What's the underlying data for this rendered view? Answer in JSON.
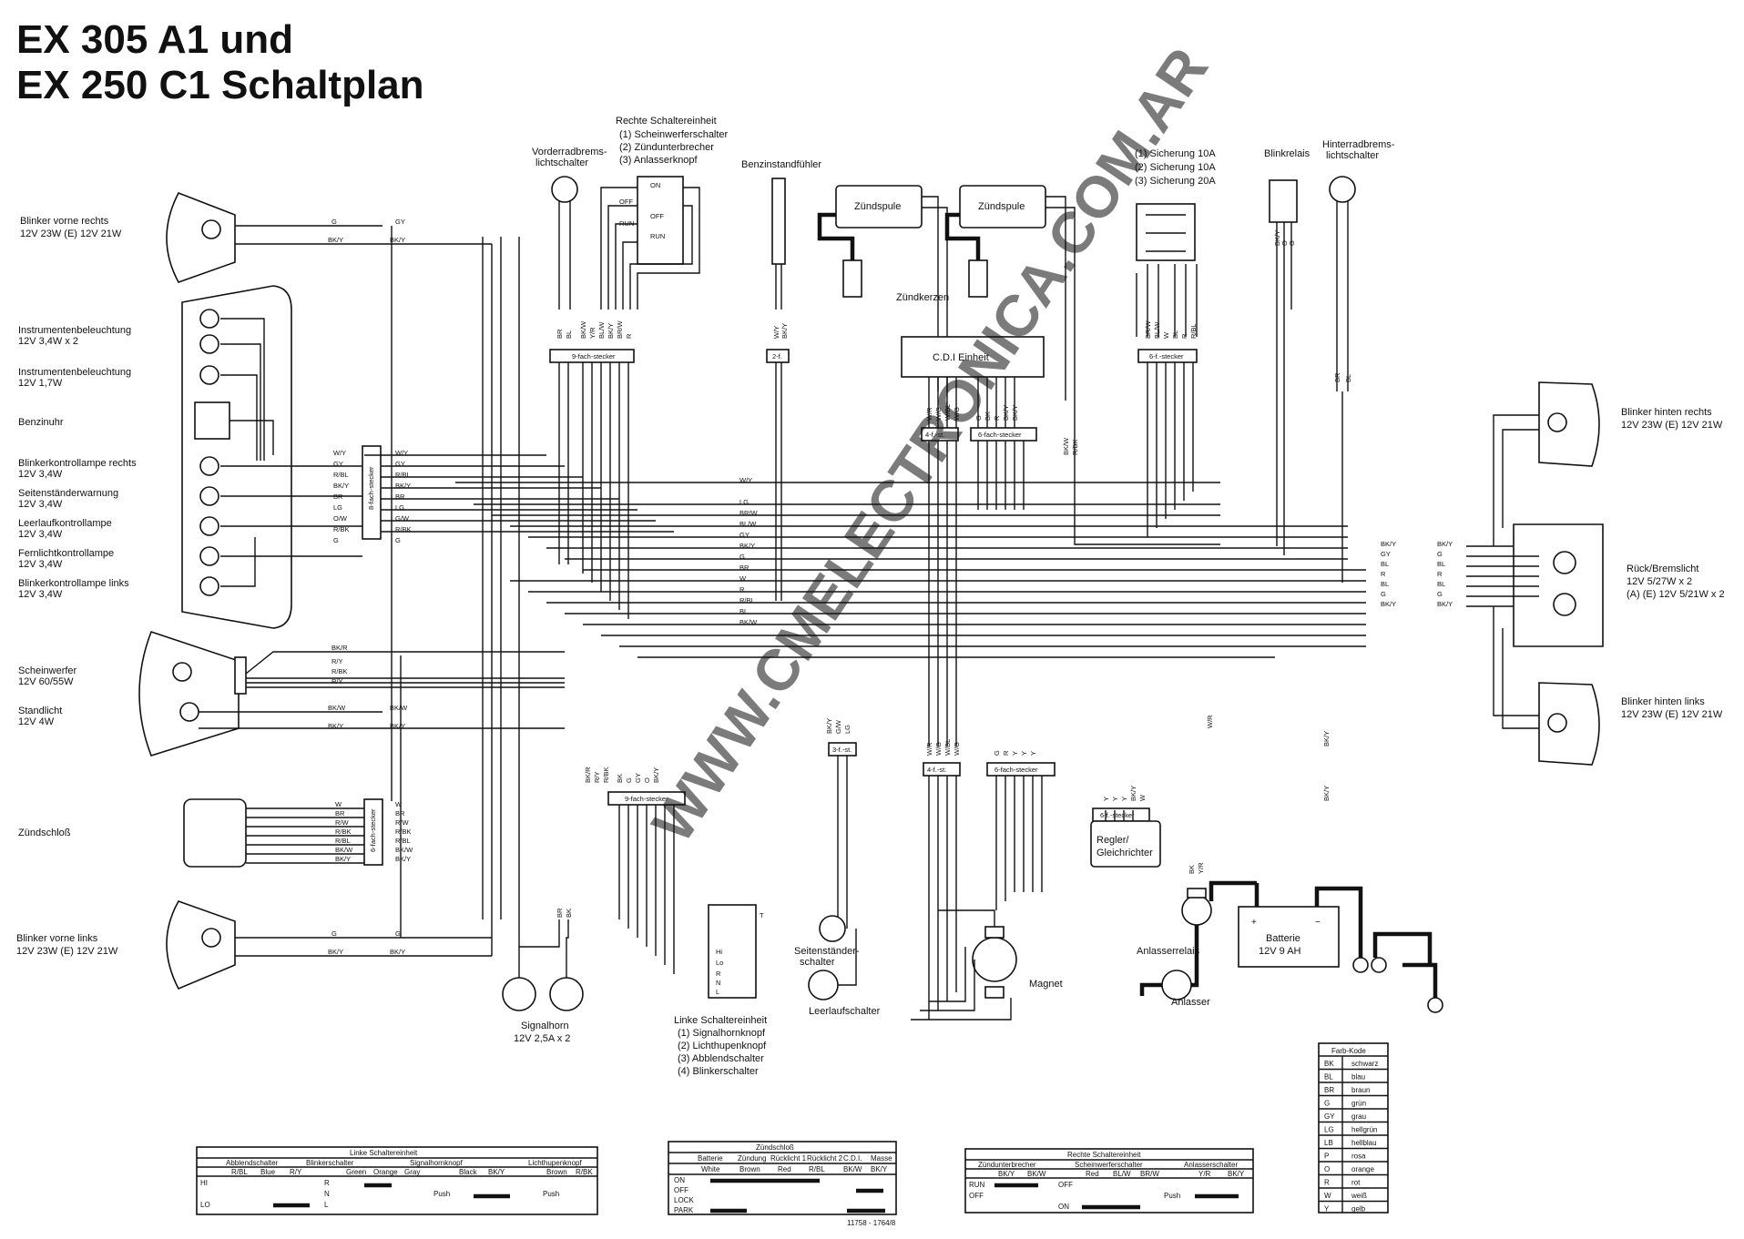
{
  "title": {
    "line1": "EX 305 A1 und",
    "line2": "EX 250 C1 Schaltplan"
  },
  "watermark": "WWW.CMELECTRONICA.COM.AR",
  "left_labels": {
    "blinker_vorne_rechts": [
      "Blinker vorne rechts",
      "12V 23W  (E)  12V 21W"
    ],
    "instrumentenbeleuchtung_1": [
      "Instrumentenbeleuchtung",
      "12V 3,4W x 2"
    ],
    "instrumentenbeleuchtung_2": [
      "Instrumentenbeleuchtung",
      "12V 1,7W"
    ],
    "benzinuhr": [
      "Benzinuhr"
    ],
    "blinkerkontrollampe_rechts": [
      "Blinkerkontrollampe rechts",
      "12V 3,4W"
    ],
    "seitenstaenderwarnung": [
      "Seitenständerwarnung",
      "12V 3,4W"
    ],
    "leerlaufkontrollampe": [
      "Leerlaufkontrollampe",
      "12V 3,4W"
    ],
    "fernlichtkontrollampe": [
      "Fernlichtkontrollampe",
      "12V 3,4W"
    ],
    "blinkerkontrollampe_links": [
      "Blinkerkontrollampe links",
      "12V 3,4W"
    ],
    "scheinwerfer": [
      "Scheinwerfer",
      "12V 60/55W"
    ],
    "standlicht": [
      "Standlicht",
      "12V 4W"
    ],
    "zuendschloss": [
      "Zündschloß"
    ],
    "blinker_vorne_links": [
      "Blinker vorne links",
      "12V 23W  (E)  12V 21W"
    ]
  },
  "top_labels": {
    "rechte_schaltereinheit": {
      "title": "Rechte Schaltereinheit",
      "items": [
        "(1) Scheinwerferschalter",
        "(2) Zündunterbrecher",
        "(3) Anlasserknopf"
      ]
    },
    "vorderradbremslicht": [
      "Vorderradbrems-",
      "lichtschalter"
    ],
    "benzinstandfuehler": "Benzinstandfühler",
    "zuendspule_1": "Zündspule",
    "zuendspule_2": "Zündspule",
    "zuendkerzen": "Zündkerzen",
    "cdi": "C.D.I  Einheit",
    "sicherungen": [
      "(1) Sicherung 10A",
      "(2) Sicherung 10A",
      "(3) Sicherung 20A"
    ],
    "blinkrelais": "Blinkrelais",
    "hinterradbremslicht": [
      "Hinterradbrems-",
      "lichtschalter"
    ]
  },
  "right_labels": {
    "blinker_hinten_rechts": [
      "Blinker hinten rechts",
      "12V 23W  (E)  12V 21W"
    ],
    "rueck_bremslicht": [
      "Rück/Bremslicht",
      "12V 5/27W x 2",
      "(A) (E) 12V 5/21W x 2"
    ],
    "blinker_hinten_links": [
      "Blinker hinten links",
      "12V 23W  (E)  12V 21W"
    ]
  },
  "bottom_labels": {
    "signalhorn": [
      "Signalhorn",
      "12V 2,5A x 2"
    ],
    "linke_schaltereinheit": {
      "title": "Linke Schaltereinheit",
      "items": [
        "(1) Signalhornknopf",
        "(2) Lichthupenknopf",
        "(3) Abblendschalter",
        "(4) Blinkerschalter"
      ]
    },
    "seitenstaender": [
      "Seitenständer-",
      "schalter"
    ],
    "leerlaufschalter": "Leerlaufschalter",
    "magnet": "Magnet",
    "regler": [
      "Regler/",
      "Gleichrichter"
    ],
    "anlasserrelais": "Anlasserrelais",
    "anlasser": "Anlasser",
    "batterie": [
      "Batterie",
      "12V  9 AH"
    ]
  },
  "connector_labels": {
    "c9_top": "9-fach-stecker",
    "c2_top": "2-f.",
    "c6_cdi_left": "4-f.-st.",
    "c6_cdi": "6-fach-stecker",
    "c6_fuse": "6-f.-stecker",
    "c9_bottom": "9-fach-stecker",
    "c3": "3-f.-st.",
    "c4_bottom": "4-f.-st.",
    "c6_bottom": "6-fach-stecker",
    "c6_regler": "6-f.-stecker",
    "c8_left": "8-fach-stecker",
    "c6_left": "6-fach-stecker"
  },
  "wire_codes": {
    "front_right_blinker": [
      "G",
      "GY",
      "BK/Y",
      "BK/Y"
    ],
    "instrument_connector": [
      "W/Y",
      "GY",
      "R/BL",
      "BK/Y",
      "BR",
      "LG",
      "O/W",
      "R/BK",
      "G"
    ],
    "instrument_connector_right": [
      "W/Y",
      "GY",
      "R/BL",
      "BK/Y",
      "BR",
      "LG",
      "G/W",
      "R/BK",
      "G"
    ],
    "bus_labels": [
      "W/Y",
      "LG",
      "BR/W",
      "BL/W",
      "GY",
      "BK/Y",
      "G",
      "BR",
      "W",
      "R",
      "R/BL",
      "BL",
      "BK/W"
    ],
    "headlight": [
      "BK/R",
      "R/Y",
      "R/BK",
      "R/Y",
      "BK/W",
      "BK/W",
      "BK/Y",
      "BK/Y"
    ],
    "ignition": [
      "W",
      "BR",
      "R/W",
      "R/BK",
      "R/BL",
      "BK/W",
      "BK/Y"
    ],
    "ignition_right": [
      "W",
      "BR",
      "R/W",
      "R/BK",
      "R/BL",
      "BK/W",
      "BK/Y"
    ],
    "front_left_blinker": [
      "G",
      "G",
      "BK/Y",
      "BK/Y"
    ],
    "rear_bus": [
      "BK/Y",
      "GY",
      "BL",
      "R",
      "BL",
      "G",
      "BK/Y"
    ],
    "rear_bus_right": [
      "BK/Y",
      "G",
      "BL",
      "R",
      "BL",
      "G",
      "BK/Y"
    ],
    "top_9": [
      "BR",
      "BL",
      "BK/W",
      "Y/R",
      "BL/W",
      "BK/Y",
      "BR/W",
      "R"
    ],
    "top_2": [
      "W/Y",
      "BK/Y"
    ],
    "cdi_left": [
      "W/R",
      "W/G",
      "W/BL",
      "W/G"
    ],
    "cdi_6": [
      "G",
      "BK",
      "R",
      "BK/Y",
      "BK/Y"
    ],
    "fuse_6": [
      "BR/W",
      "BL/W",
      "W",
      "BL",
      "R",
      "R/BL"
    ],
    "blinkrelais": [
      "BK/Y",
      "O",
      "G"
    ],
    "hinterrad": [
      "BR",
      "BL"
    ],
    "cdi_out": [
      "BK/W",
      "R/BK"
    ],
    "bottom_3": [
      "BK/Y",
      "G/W",
      "LG"
    ],
    "bottom_4": [
      "W/R",
      "W/G",
      "W/BL",
      "W/G"
    ],
    "bottom_6": [
      "G",
      "R",
      "Y",
      "Y",
      "Y"
    ],
    "regler": [
      "Y",
      "Y",
      "Y",
      "BK/Y",
      "W"
    ],
    "batt": [
      "BK",
      "Y/R",
      "W/R",
      "BK/Y",
      "BK/Y"
    ],
    "bottom_9": [
      "BK/R",
      "R/Y",
      "R/BK",
      "BK",
      "G",
      "GY",
      "O",
      "BK/Y"
    ],
    "horn": [
      "BR",
      "BK"
    ]
  },
  "switch_labels": {
    "right_switch": [
      "ON",
      "OFF",
      "RUN",
      "OFF",
      "RUN"
    ],
    "left_switch": [
      "Hi",
      "Lo",
      "R",
      "N",
      "L",
      "T",
      "(1)",
      "(2)",
      "(3)",
      "(4)"
    ]
  },
  "color_code": {
    "title": "Farb-Kode",
    "rows": [
      [
        "BK",
        "schwarz"
      ],
      [
        "BL",
        "blau"
      ],
      [
        "BR",
        "braun"
      ],
      [
        "G",
        "grün"
      ],
      [
        "GY",
        "grau"
      ],
      [
        "LG",
        "hellgrün"
      ],
      [
        "LB",
        "hellblau"
      ],
      [
        "P",
        "rosa"
      ],
      [
        "O",
        "orange"
      ],
      [
        "R",
        "rot"
      ],
      [
        "W",
        "weiß"
      ],
      [
        "Y",
        "gelb"
      ]
    ]
  },
  "table_left": {
    "title": "Linke Schaltereinheit",
    "headers": [
      "Abblendschalter",
      "Blinkerschalter",
      "Signalhornknopf",
      "Lichthupenknopf"
    ],
    "colors": [
      "R/BL",
      "Blue",
      "R/Y",
      "Green",
      "Orange",
      "Gray",
      "Black",
      "BK/Y",
      "Brown",
      "R/BK"
    ],
    "rows": [
      "HI",
      "LO",
      "R",
      "N",
      "L",
      "Push",
      "Push"
    ]
  },
  "table_mid": {
    "title": "Zündschloß",
    "headers": [
      "Batterie",
      "Zündung",
      "Rücklicht 1",
      "Rücklicht 2",
      "C.D.I.",
      "Masse"
    ],
    "colors": [
      "White",
      "Brown",
      "Red",
      "R/BL",
      "BK/W",
      "BK/Y"
    ],
    "rows": [
      "ON",
      "OFF",
      "LOCK",
      "PARK"
    ],
    "footnote": "11758 - 1764/8"
  },
  "table_right": {
    "title": "Rechte Schaltereinheit",
    "headers": [
      "Zündunterbrecher",
      "Scheinwerferschalter",
      "Anlasserschalter"
    ],
    "colors": [
      "BK/Y",
      "BK/W",
      "Red",
      "BL/W",
      "BR/W",
      "Y/R",
      "BK/Y"
    ],
    "rows": [
      "RUN",
      "OFF",
      "OFF",
      "ON",
      "Push"
    ]
  }
}
